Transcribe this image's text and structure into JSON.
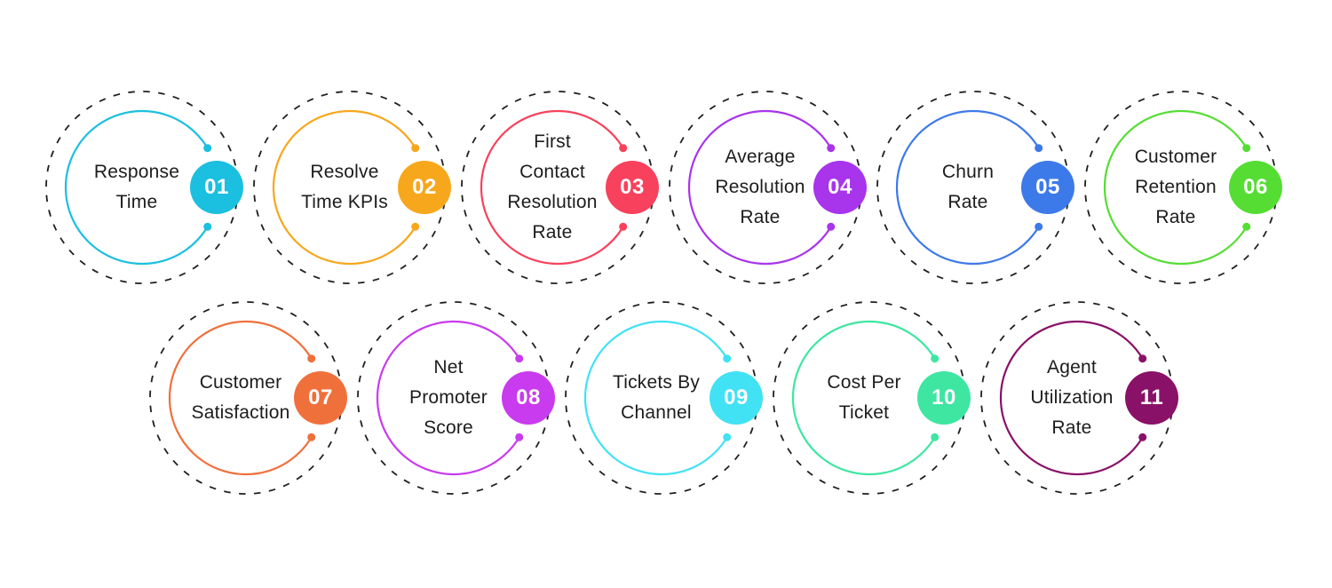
{
  "diagram": {
    "background_color": "#ffffff",
    "dashed_ring_color": "#1f1f1f",
    "label_text_color": "#1c1c1c",
    "badge_text_color": "#ffffff",
    "items": [
      {
        "number": "01",
        "label": "Response Time",
        "lines": [
          "Response",
          "Time"
        ],
        "color": "#1BBFDF"
      },
      {
        "number": "02",
        "label": "Resolve Time KPIs",
        "lines": [
          "Resolve",
          "Time KPIs"
        ],
        "color": "#F7A71C"
      },
      {
        "number": "03",
        "label": "First Contact Resolution Rate",
        "lines": [
          "First",
          "Contact",
          "Resolution",
          "Rate"
        ],
        "color": "#F8415C"
      },
      {
        "number": "04",
        "label": "Average Resolution Rate",
        "lines": [
          "Average",
          "Resolution",
          "Rate"
        ],
        "color": "#A834EB"
      },
      {
        "number": "05",
        "label": "Churn Rate",
        "lines": [
          "Churn",
          "Rate"
        ],
        "color": "#3D7AE9"
      },
      {
        "number": "06",
        "label": "Customer Retention Rate",
        "lines": [
          "Customer",
          "Retention",
          "Rate"
        ],
        "color": "#55DD34"
      },
      {
        "number": "07",
        "label": "Customer Satisfaction",
        "lines": [
          "Customer",
          "Satisfaction"
        ],
        "color": "#F0703C"
      },
      {
        "number": "08",
        "label": "Net Promoter Score",
        "lines": [
          "Net",
          "Promoter",
          "Score"
        ],
        "color": "#C93BEE"
      },
      {
        "number": "09",
        "label": "Tickets By Channel",
        "lines": [
          "Tickets By",
          "Channel"
        ],
        "color": "#41E2F3"
      },
      {
        "number": "10",
        "label": "Cost Per Ticket",
        "lines": [
          "Cost Per",
          "Ticket"
        ],
        "color": "#3EE6A2"
      },
      {
        "number": "11",
        "label": "Agent Utilization Rate",
        "lines": [
          "Agent",
          "Utilization",
          "Rate"
        ],
        "color": "#8A1168"
      }
    ]
  }
}
